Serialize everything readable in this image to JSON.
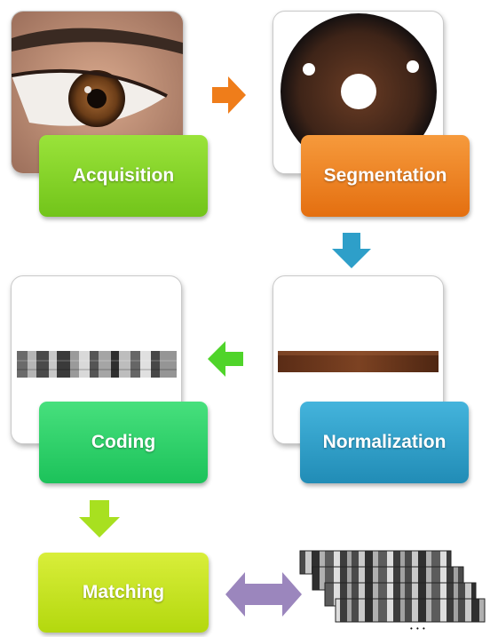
{
  "stages": {
    "acquisition": "Acquisition",
    "segmentation": "Segmentation",
    "normalization": "Normalization",
    "coding": "Coding",
    "matching": "Matching"
  },
  "ellipsis": "• • •",
  "colors": {
    "acquisition": "#7ed321",
    "segmentation": "#ef7d1a",
    "normalization": "#2e9fc9",
    "coding": "#2bd26a",
    "matching": "#c8e61c",
    "match_arrow": "#9b86bd"
  },
  "icons": [
    "arrow-right-icon",
    "arrow-down-icon",
    "arrow-left-icon",
    "arrow-down-icon",
    "double-arrow-icon"
  ]
}
